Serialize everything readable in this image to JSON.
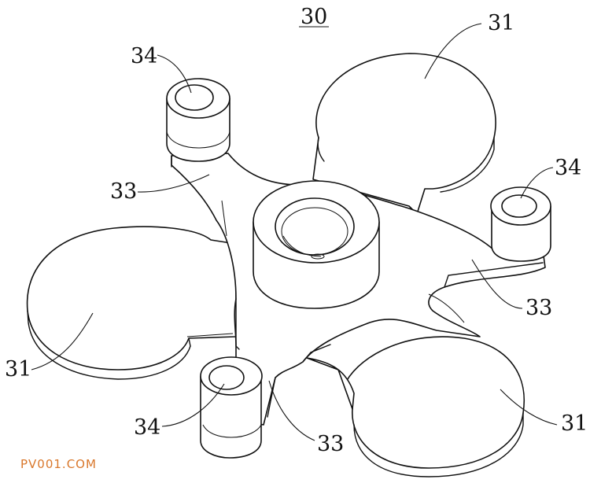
{
  "figure": {
    "assembly_label": "30",
    "labels": {
      "disc_top_right": "31",
      "disc_left": "31",
      "disc_bottom_right": "31",
      "pin_top_left": "34",
      "pin_right": "34",
      "pin_bottom": "34",
      "arm_left": "33",
      "arm_right": "33",
      "arm_bottom": "33"
    }
  },
  "watermark": "PV001.COM"
}
